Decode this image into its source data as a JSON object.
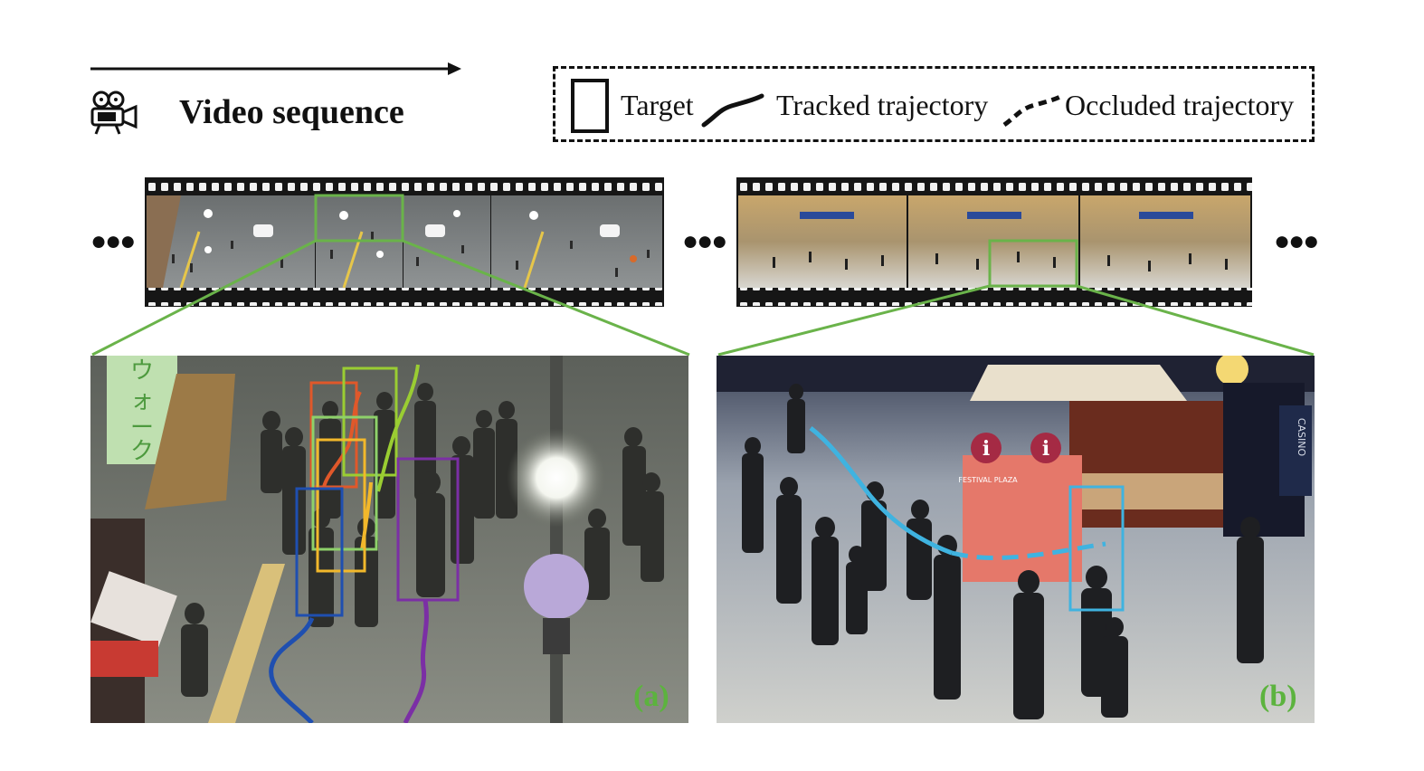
{
  "header": {
    "title": "Video sequence",
    "icon": "video-camera-icon"
  },
  "legend": {
    "target_label": "Target",
    "tracked_label": "Tracked trajectory",
    "occluded_label": "Occluded trajectory"
  },
  "ellipsis": "●●●",
  "panels": {
    "a_label": "(a)",
    "b_label": "(b)",
    "b_sign_text": "FESTIVAL PLAZA",
    "b_sign_letter": "i",
    "b_casino_text": "CASINO"
  },
  "colors": {
    "zoom_lines": "#6ab34a",
    "panel_label": "#5cb33e",
    "track_blue": "#1f4fb0",
    "track_orange": "#e0582a",
    "track_lime": "#9acd32",
    "track_yellow": "#f2b82b",
    "track_purple": "#7b2fa5",
    "track_lightgreen": "#8ed16a",
    "track_cyan": "#3fb3e0"
  }
}
